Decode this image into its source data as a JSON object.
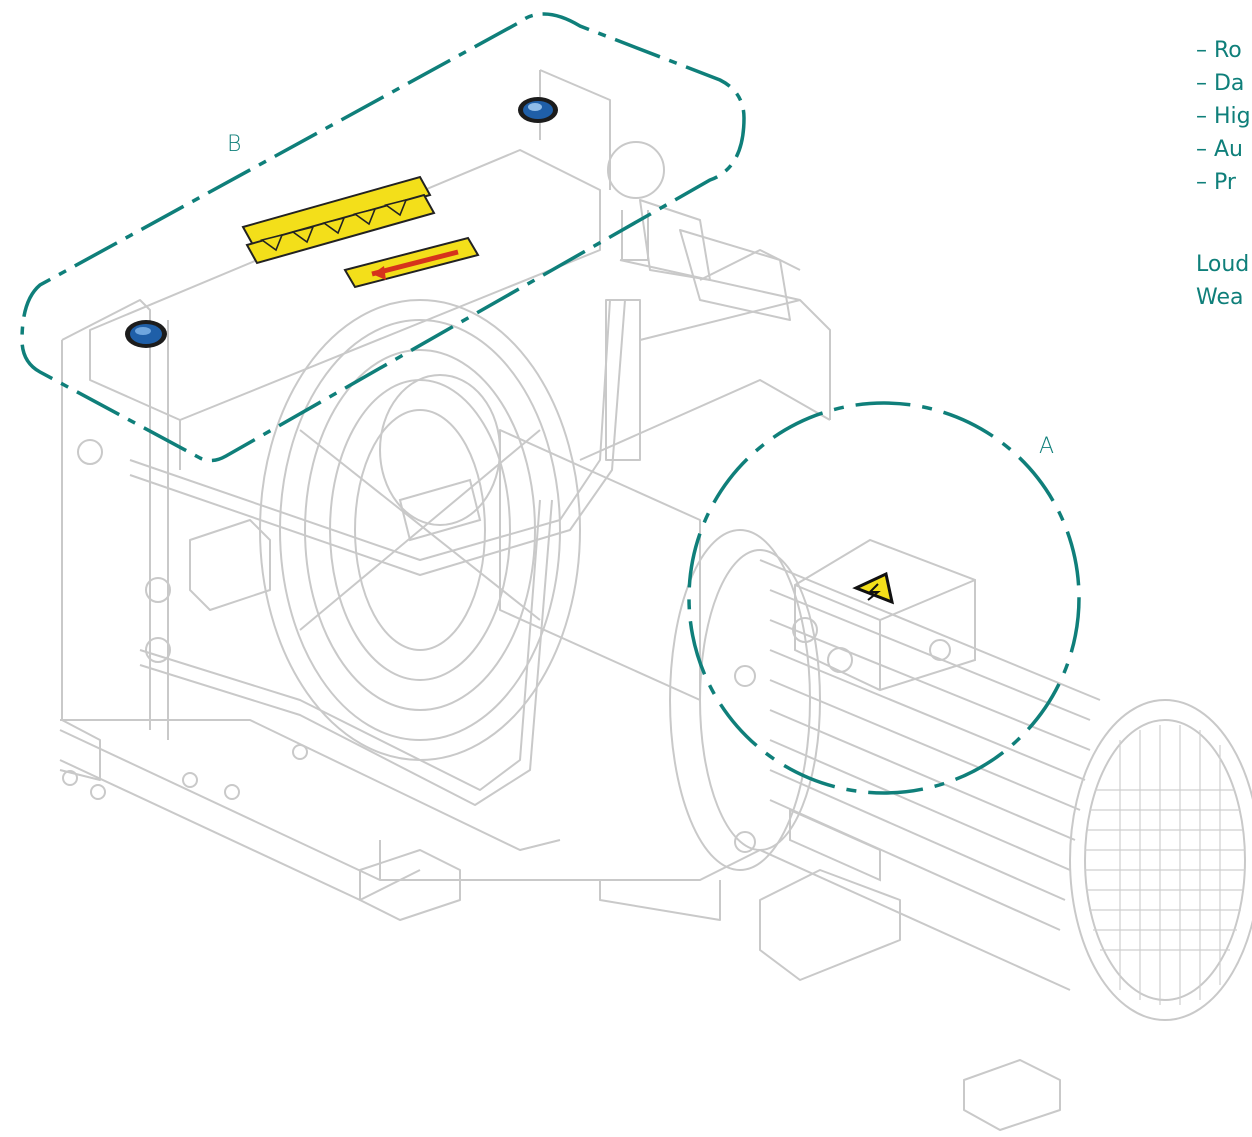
{
  "callouts": {
    "a": "A",
    "b": "B"
  },
  "side_list": {
    "items": [
      "– Ro",
      "– Da",
      "– Hig",
      "– Au",
      "– Pr"
    ]
  },
  "side_note": {
    "line1": "Loud",
    "line2": "Wea"
  },
  "colors": {
    "accent": "#0f7f7a",
    "line": "#c9c9c9",
    "warning_yellow": "#f3df1a",
    "arrow_red": "#d6331c",
    "cap_blue": "#1f5fa8"
  }
}
